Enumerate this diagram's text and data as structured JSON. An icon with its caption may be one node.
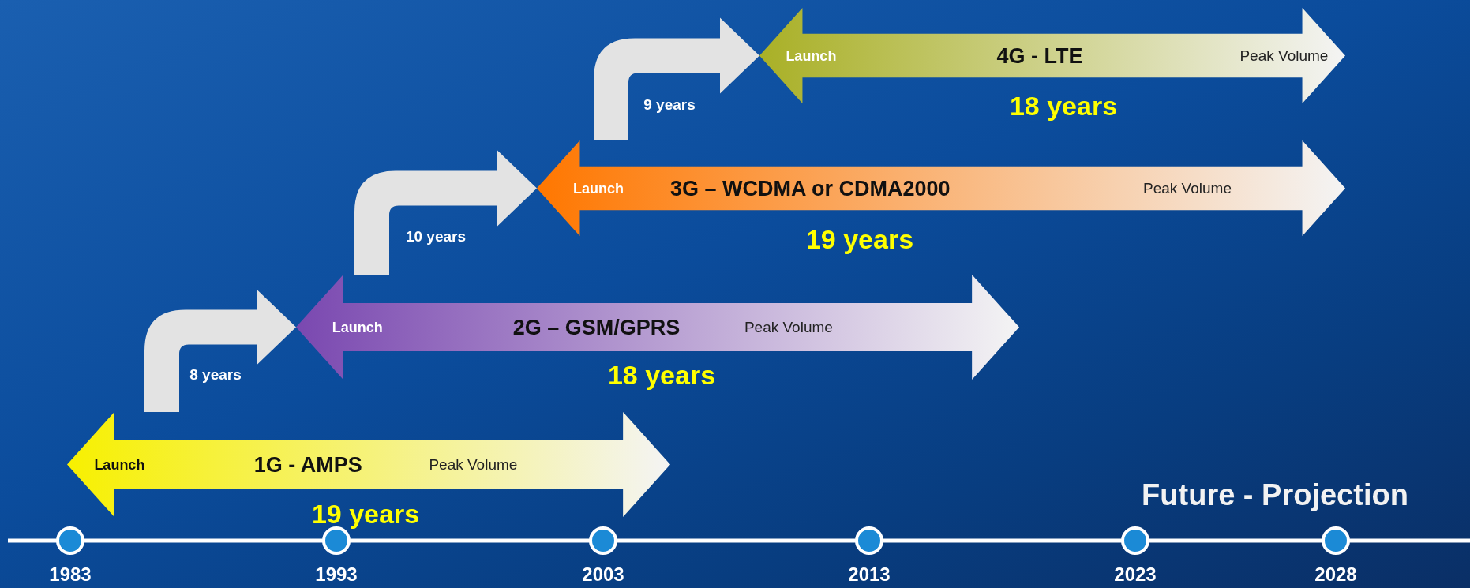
{
  "diagram": {
    "nodes": [
      {
        "text": [
          "Launch",
          "1G - AMPS",
          "Peak Volume"
        ],
        "beside": [
          "19 years"
        ]
      },
      {
        "text": [
          "Launch",
          "2G – GSM/GPRS",
          "Peak Volume"
        ],
        "beside": [
          "18 years"
        ]
      },
      {
        "text": [
          "Launch",
          "3G – WCDMA or CDMA2000",
          "Peak Volume"
        ],
        "beside": [
          "19 years"
        ]
      },
      {
        "text": [
          "Launch",
          "4G - LTE",
          "Peak Volume"
        ],
        "beside": [
          "18 years"
        ]
      }
    ],
    "edges": [
      {
        "from": 0,
        "to": 1,
        "arrow": "to",
        "label": "8 years"
      },
      {
        "from": 1,
        "to": 2,
        "arrow": "to",
        "label": "10 years"
      },
      {
        "from": 2,
        "to": 3,
        "arrow": "to",
        "label": "9 years"
      }
    ],
    "labels": [
      "Future - Projection",
      "1983",
      "1993",
      "2003",
      "2013",
      "2023",
      "2028"
    ]
  }
}
